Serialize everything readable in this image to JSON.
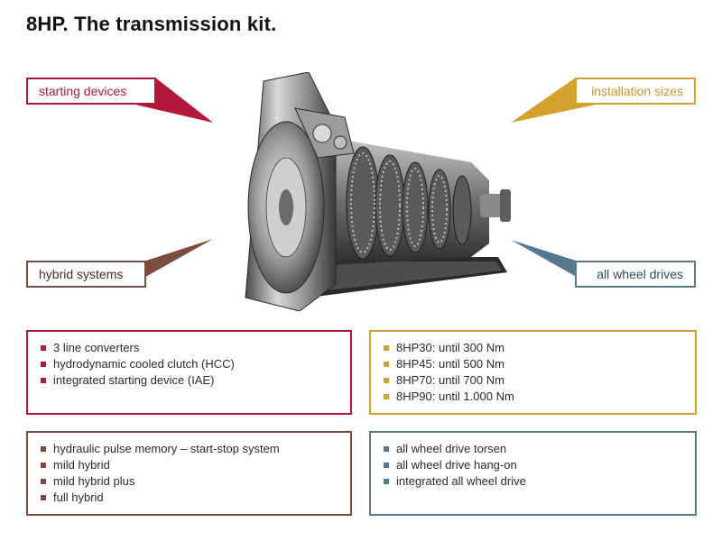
{
  "title": "8HP. The transmission kit.",
  "colors": {
    "starting": "#b2183a",
    "installation": "#d4a12e",
    "hybrid": "#7a4d3f",
    "awd": "#557a8f"
  },
  "callouts": {
    "starting_devices": "starting devices",
    "installation_sizes": "installation sizes",
    "hybrid_systems": "hybrid systems",
    "all_wheel_drives": "all wheel drives"
  },
  "boxes": {
    "starting_devices": [
      "3 line converters",
      "hydrodynamic cooled clutch (HCC)",
      "integrated starting device (IAE)"
    ],
    "installation_sizes": [
      "8HP30: until 300 Nm",
      "8HP45: until 500 Nm",
      "8HP70: until 700 Nm",
      "8HP90: until 1.000 Nm"
    ],
    "hybrid_systems": [
      "hydraulic pulse memory – start-stop system",
      "mild hybrid",
      "mild hybrid plus",
      "full hybrid"
    ],
    "all_wheel_drives": [
      "all wheel drive torsen",
      "all wheel drive hang-on",
      "integrated all wheel drive"
    ]
  }
}
